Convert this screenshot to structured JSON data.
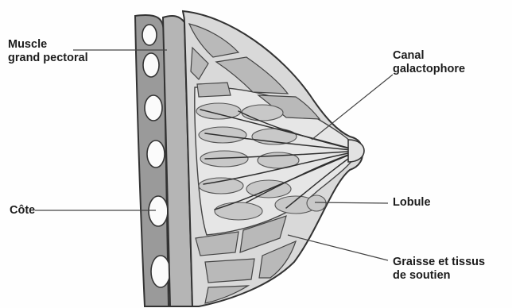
{
  "labels": {
    "muscle": [
      "Muscle",
      "grand pectoral"
    ],
    "canal": [
      "Canal",
      "galactophore"
    ],
    "cote": [
      "Côte"
    ],
    "lobule": [
      "Lobule"
    ],
    "graisse": [
      "Graisse et tissus",
      "de soutien"
    ]
  },
  "colors": {
    "outline": "#333333",
    "rib_bar": "#9a9a9a",
    "muscle": "#b5b5b5",
    "fat": "#b9b9b9",
    "tissue": "#dddddd",
    "lobule": "#c8c8c8",
    "duct": "#2f2f2f"
  }
}
